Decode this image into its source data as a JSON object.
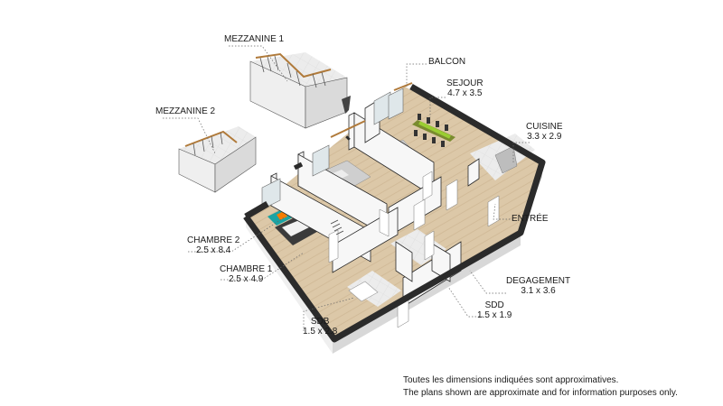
{
  "rooms": {
    "mezzanine1": {
      "name": "MEZZANINE 1"
    },
    "mezzanine2": {
      "name": "MEZZANINE 2"
    },
    "balcon": {
      "name": "BALCON"
    },
    "sejour": {
      "name": "SEJOUR",
      "dims": "4.7 x 3.5"
    },
    "cuisine": {
      "name": "CUISINE",
      "dims": "3.3 x 2.9"
    },
    "entree": {
      "name": "ENTRÉE"
    },
    "chambre2": {
      "name": "CHAMBRE 2",
      "dims": "2.5 x 8.4"
    },
    "chambre1": {
      "name": "CHAMBRE 1",
      "dims": "2.5 x 4.9"
    },
    "degagement": {
      "name": "DEGAGEMENT",
      "dims": "3.1 x 3.6"
    },
    "sdd": {
      "name": "SDD",
      "dims": "1.5 x 1.9"
    },
    "sdb": {
      "name": "SDB",
      "dims": "1.5 x 2.8"
    }
  },
  "disclaimer": {
    "fr": "Toutes les dimensions indiquées sont approximatives.",
    "en": "The plans shown are approximate and for information purposes only."
  },
  "colors": {
    "wall_top": "#2b2b2b",
    "wall_side": "#f2f2f2",
    "wood_floor": "#dcc8a8",
    "tile_floor": "#ebebeb",
    "sofa": "#1aa3a3",
    "table_runner": "#9acd32"
  }
}
